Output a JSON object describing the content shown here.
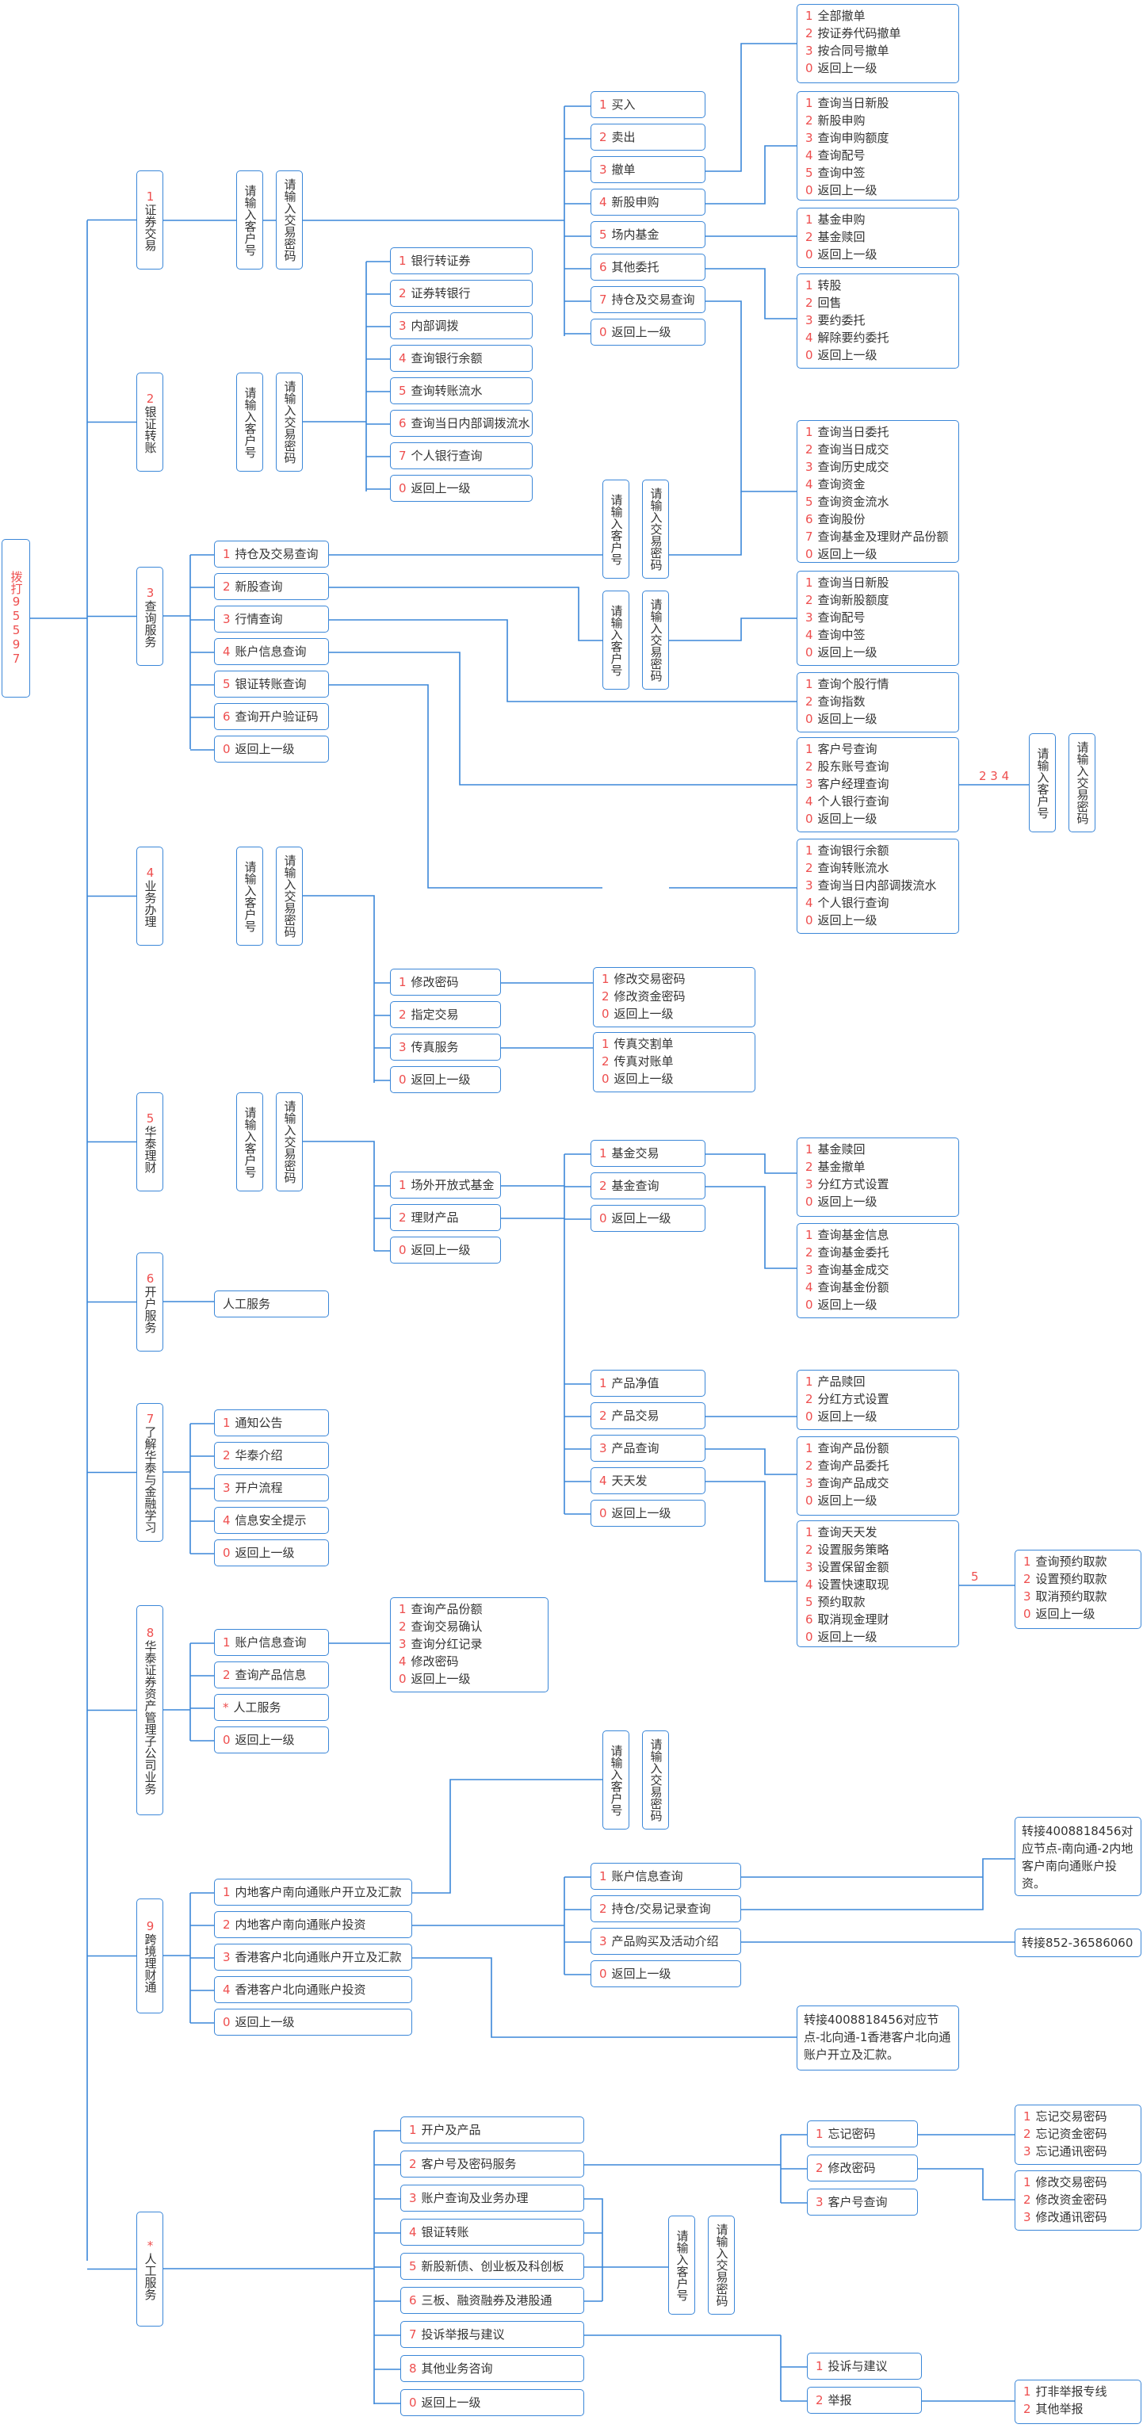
{
  "root": "拨打95597",
  "cust_prompt": "请输入客户号",
  "pwd_prompt": "请输入交易密码",
  "categories": [
    {
      "num": "1",
      "text": "证券交易"
    },
    {
      "num": "2",
      "text": "银证转账"
    },
    {
      "num": "3",
      "text": "查询服务"
    },
    {
      "num": "4",
      "text": "业务办理"
    },
    {
      "num": "5",
      "text": "华泰理财"
    },
    {
      "num": "6",
      "text": "开户服务"
    },
    {
      "num": "7",
      "text": "了解华泰与金融学习"
    },
    {
      "num": "8",
      "text": "华泰证券资产管理子公司业务"
    },
    {
      "num": "9",
      "text": "跨境理财通"
    },
    {
      "num": "*",
      "text": "人工服务"
    }
  ],
  "trading_menu": [
    {
      "num": "1",
      "text": "买入"
    },
    {
      "num": "2",
      "text": "卖出"
    },
    {
      "num": "3",
      "text": "撤单"
    },
    {
      "num": "4",
      "text": "新股申购"
    },
    {
      "num": "5",
      "text": "场内基金"
    },
    {
      "num": "6",
      "text": "其他委托"
    },
    {
      "num": "7",
      "text": "持仓及交易查询"
    },
    {
      "num": "0",
      "text": "返回上一级"
    }
  ],
  "cancel_menu": [
    {
      "num": "1",
      "text": "全部撤单"
    },
    {
      "num": "2",
      "text": "按证券代码撤单"
    },
    {
      "num": "3",
      "text": "按合同号撤单"
    },
    {
      "num": "0",
      "text": "返回上一级"
    }
  ],
  "ipo_menu": [
    {
      "num": "1",
      "text": "查询当日新股"
    },
    {
      "num": "2",
      "text": "新股申购"
    },
    {
      "num": "3",
      "text": "查询申购额度"
    },
    {
      "num": "4",
      "text": "查询配号"
    },
    {
      "num": "5",
      "text": "查询中签"
    },
    {
      "num": "0",
      "text": "返回上一级"
    }
  ],
  "fund_menu": [
    {
      "num": "1",
      "text": "基金申购"
    },
    {
      "num": "2",
      "text": "基金赎回"
    },
    {
      "num": "0",
      "text": "返回上一级"
    }
  ],
  "other_entrust_menu": [
    {
      "num": "1",
      "text": "转股"
    },
    {
      "num": "2",
      "text": "回售"
    },
    {
      "num": "3",
      "text": "要约委托"
    },
    {
      "num": "4",
      "text": "解除要约委托"
    },
    {
      "num": "0",
      "text": "返回上一级"
    }
  ],
  "holding_query_menu": [
    {
      "num": "1",
      "text": "查询当日委托"
    },
    {
      "num": "2",
      "text": "查询当日成交"
    },
    {
      "num": "3",
      "text": "查询历史成交"
    },
    {
      "num": "4",
      "text": "查询资金"
    },
    {
      "num": "5",
      "text": "查询资金流水"
    },
    {
      "num": "6",
      "text": "查询股份"
    },
    {
      "num": "7",
      "text": "查询基金及理财产品份额"
    },
    {
      "num": "0",
      "text": "返回上一级"
    }
  ],
  "transfer_menu": [
    {
      "num": "1",
      "text": "银行转证券"
    },
    {
      "num": "2",
      "text": "证券转银行"
    },
    {
      "num": "3",
      "text": "内部调拨"
    },
    {
      "num": "4",
      "text": "查询银行余额"
    },
    {
      "num": "5",
      "text": "查询转账流水"
    },
    {
      "num": "6",
      "text": "查询当日内部调拨流水"
    },
    {
      "num": "7",
      "text": "个人银行查询"
    },
    {
      "num": "0",
      "text": "返回上一级"
    }
  ],
  "query_menu": [
    {
      "num": "1",
      "text": "持仓及交易查询"
    },
    {
      "num": "2",
      "text": "新股查询"
    },
    {
      "num": "3",
      "text": "行情查询"
    },
    {
      "num": "4",
      "text": "账户信息查询"
    },
    {
      "num": "5",
      "text": "银证转账查询"
    },
    {
      "num": "6",
      "text": "查询开户验证码"
    },
    {
      "num": "0",
      "text": "返回上一级"
    }
  ],
  "ipo_query_menu": [
    {
      "num": "1",
      "text": "查询当日新股"
    },
    {
      "num": "2",
      "text": "查询新股额度"
    },
    {
      "num": "3",
      "text": "查询配号"
    },
    {
      "num": "4",
      "text": "查询中签"
    },
    {
      "num": "0",
      "text": "返回上一级"
    }
  ],
  "quote_menu": [
    {
      "num": "1",
      "text": "查询个股行情"
    },
    {
      "num": "2",
      "text": "查询指数"
    },
    {
      "num": "0",
      "text": "返回上一级"
    }
  ],
  "account_info_menu": [
    {
      "num": "1",
      "text": "客户号查询"
    },
    {
      "num": "2",
      "text": "股东账号查询"
    },
    {
      "num": "3",
      "text": "客户经理查询"
    },
    {
      "num": "4",
      "text": "个人银行查询"
    },
    {
      "num": "0",
      "text": "返回上一级"
    }
  ],
  "account_info_keys": "2 3 4",
  "transfer_query_menu": [
    {
      "num": "1",
      "text": "查询银行余额"
    },
    {
      "num": "2",
      "text": "查询转账流水"
    },
    {
      "num": "3",
      "text": "查询当日内部调拨流水"
    },
    {
      "num": "4",
      "text": "个人银行查询"
    },
    {
      "num": "0",
      "text": "返回上一级"
    }
  ],
  "business_menu": [
    {
      "num": "1",
      "text": "修改密码"
    },
    {
      "num": "2",
      "text": "指定交易"
    },
    {
      "num": "3",
      "text": "传真服务"
    },
    {
      "num": "0",
      "text": "返回上一级"
    }
  ],
  "password_menu": [
    {
      "num": "1",
      "text": "修改交易密码"
    },
    {
      "num": "2",
      "text": "修改资金密码"
    },
    {
      "num": "0",
      "text": "返回上一级"
    }
  ],
  "fax_menu": [
    {
      "num": "1",
      "text": "传真交割单"
    },
    {
      "num": "2",
      "text": "传真对账单"
    },
    {
      "num": "0",
      "text": "返回上一级"
    }
  ],
  "finance_menu": [
    {
      "num": "1",
      "text": "场外开放式基金"
    },
    {
      "num": "2",
      "text": "理财产品"
    },
    {
      "num": "0",
      "text": "返回上一级"
    }
  ],
  "otc_fund_menu": [
    {
      "num": "1",
      "text": "基金交易"
    },
    {
      "num": "2",
      "text": "基金查询"
    },
    {
      "num": "0",
      "text": "返回上一级"
    }
  ],
  "fund_trade_menu": [
    {
      "num": "1",
      "text": "基金赎回"
    },
    {
      "num": "2",
      "text": "基金撤单"
    },
    {
      "num": "3",
      "text": "分红方式设置"
    },
    {
      "num": "0",
      "text": "返回上一级"
    }
  ],
  "fund_query_menu": [
    {
      "num": "1",
      "text": "查询基金信息"
    },
    {
      "num": "2",
      "text": "查询基金委托"
    },
    {
      "num": "3",
      "text": "查询基金成交"
    },
    {
      "num": "4",
      "text": "查询基金份额"
    },
    {
      "num": "0",
      "text": "返回上一级"
    }
  ],
  "product_menu": [
    {
      "num": "1",
      "text": "产品净值"
    },
    {
      "num": "2",
      "text": "产品交易"
    },
    {
      "num": "3",
      "text": "产品查询"
    },
    {
      "num": "4",
      "text": "天天发"
    },
    {
      "num": "0",
      "text": "返回上一级"
    }
  ],
  "product_trade_menu": [
    {
      "num": "1",
      "text": "产品赎回"
    },
    {
      "num": "2",
      "text": "分红方式设置"
    },
    {
      "num": "0",
      "text": "返回上一级"
    }
  ],
  "product_query_menu": [
    {
      "num": "1",
      "text": "查询产品份额"
    },
    {
      "num": "2",
      "text": "查询产品委托"
    },
    {
      "num": "3",
      "text": "查询产品成交"
    },
    {
      "num": "0",
      "text": "返回上一级"
    }
  ],
  "daily_menu": [
    {
      "num": "1",
      "text": "查询天天发"
    },
    {
      "num": "2",
      "text": "设置服务策略"
    },
    {
      "num": "3",
      "text": "设置保留金额"
    },
    {
      "num": "4",
      "text": "设置快速取现"
    },
    {
      "num": "5",
      "text": "预约取款"
    },
    {
      "num": "6",
      "text": "取消现金理财"
    },
    {
      "num": "0",
      "text": "返回上一级"
    }
  ],
  "daily_key": "5",
  "reserve_menu": [
    {
      "num": "1",
      "text": "查询预约取款"
    },
    {
      "num": "2",
      "text": "设置预约取款"
    },
    {
      "num": "3",
      "text": "取消预约取款"
    },
    {
      "num": "0",
      "text": "返回上一级"
    }
  ],
  "open_account_item": "人工服务",
  "learn_menu": [
    {
      "num": "1",
      "text": "通知公告"
    },
    {
      "num": "2",
      "text": "华泰介绍"
    },
    {
      "num": "3",
      "text": "开户流程"
    },
    {
      "num": "4",
      "text": "信息安全提示"
    },
    {
      "num": "0",
      "text": "返回上一级"
    }
  ],
  "asset_mgmt_menu": [
    {
      "num": "1",
      "text": "账户信息查询"
    },
    {
      "num": "2",
      "text": "查询产品信息"
    },
    {
      "num": "*",
      "text": "人工服务"
    },
    {
      "num": "0",
      "text": "返回上一级"
    }
  ],
  "asset_account_menu": [
    {
      "num": "1",
      "text": "查询产品份额"
    },
    {
      "num": "2",
      "text": "查询交易确认"
    },
    {
      "num": "3",
      "text": "查询分红记录"
    },
    {
      "num": "4",
      "text": "修改密码"
    },
    {
      "num": "0",
      "text": "返回上一级"
    }
  ],
  "cross_border_menu": [
    {
      "num": "1",
      "text": "内地客户南向通账户开立及汇款"
    },
    {
      "num": "2",
      "text": "内地客户南向通账户投资"
    },
    {
      "num": "3",
      "text": "香港客户北向通账户开立及汇款"
    },
    {
      "num": "4",
      "text": "香港客户北向通账户投资"
    },
    {
      "num": "0",
      "text": "返回上一级"
    }
  ],
  "south_invest_menu": [
    {
      "num": "1",
      "text": "账户信息查询"
    },
    {
      "num": "2",
      "text": "持仓/交易记录查询"
    },
    {
      "num": "3",
      "text": "产品购买及活动介绍"
    },
    {
      "num": "0",
      "text": "返回上一级"
    }
  ],
  "south_transfer_note": "转接4008818456对应节点-南向通-2内地客户南向通账户投资。",
  "product_buy_note": "转接852-36586060",
  "north_transfer_note": "转接4008818456对应节点-北向通-1香港客户北向通账户开立及汇款。",
  "manual_menu": [
    {
      "num": "1",
      "text": "开户及产品"
    },
    {
      "num": "2",
      "text": "客户号及密码服务"
    },
    {
      "num": "3",
      "text": "账户查询及业务办理"
    },
    {
      "num": "4",
      "text": "银证转账"
    },
    {
      "num": "5",
      "text": "新股新债、创业板及科创板"
    },
    {
      "num": "6",
      "text": "三板、融资融券及港股通"
    },
    {
      "num": "7",
      "text": "投诉举报与建议"
    },
    {
      "num": "8",
      "text": "其他业务咨询"
    },
    {
      "num": "0",
      "text": "返回上一级"
    }
  ],
  "password_service_menu": [
    {
      "num": "1",
      "text": "忘记密码"
    },
    {
      "num": "2",
      "text": "修改密码"
    },
    {
      "num": "3",
      "text": "客户号查询"
    }
  ],
  "forgot_pwd_menu": [
    {
      "num": "1",
      "text": "忘记交易密码"
    },
    {
      "num": "2",
      "text": "忘记资金密码"
    },
    {
      "num": "3",
      "text": "忘记通讯密码"
    }
  ],
  "change_pwd_menu": [
    {
      "num": "1",
      "text": "修改交易密码"
    },
    {
      "num": "2",
      "text": "修改资金密码"
    },
    {
      "num": "3",
      "text": "修改通讯密码"
    }
  ],
  "complaint_menu": [
    {
      "num": "1",
      "text": "投诉与建议"
    },
    {
      "num": "2",
      "text": "举报"
    }
  ],
  "report_menu": [
    {
      "num": "1",
      "text": "打非举报专线"
    },
    {
      "num": "2",
      "text": "其他举报"
    }
  ]
}
